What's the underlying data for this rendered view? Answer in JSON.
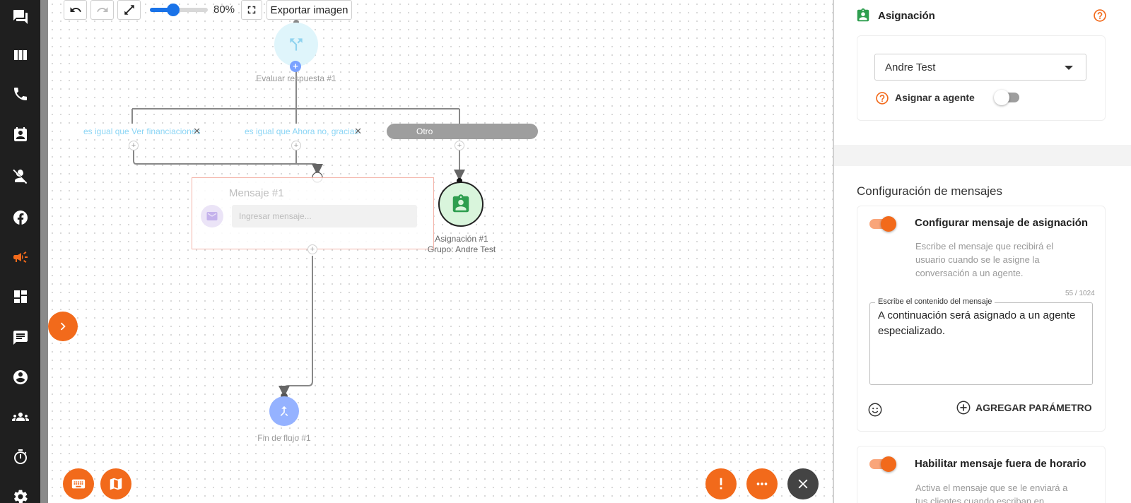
{
  "sidebar": {
    "items": [
      {
        "icon": "chat-icon"
      },
      {
        "icon": "columns-icon"
      },
      {
        "icon": "phone-icon"
      },
      {
        "icon": "contact-card-icon"
      },
      {
        "icon": "person-off-icon"
      },
      {
        "icon": "facebook-icon"
      },
      {
        "icon": "megaphone-icon",
        "active": true
      },
      {
        "icon": "dashboard-icon"
      },
      {
        "icon": "message-icon"
      },
      {
        "icon": "account-icon"
      },
      {
        "icon": "group-icon"
      },
      {
        "icon": "timer-icon"
      },
      {
        "icon": "settings-icon"
      }
    ]
  },
  "toolbar": {
    "zoom_label": "80%",
    "zoom_value": 0.8,
    "export_label": "Exportar imagen"
  },
  "flow": {
    "evaluate_label": "Evaluar respuesta #1",
    "conditions": [
      {
        "label": "es igual que Ver financiaciones"
      },
      {
        "label": "es igual que Ahora no, gracias"
      }
    ],
    "other_label": "Otro",
    "message_node": {
      "title": "Mensaje #1",
      "placeholder": "Ingresar mensaje..."
    },
    "assign_node": {
      "title": "Asignación #1",
      "group": "Grupo: Andre Test"
    },
    "end_label": "Fin de flujo #1"
  },
  "panel": {
    "title": "Asignación",
    "select_value": "Andre Test",
    "assign_agent_label": "Asignar a agente",
    "assign_agent_on": false,
    "section_title": "Configuración de mensajes",
    "assign_message": {
      "title": "Configurar mensaje de asignación",
      "on": true,
      "description": "Escribe el mensaje que recibirá el usuario cuando se le asigne la conversación a un agente.",
      "counter": "55 / 1024",
      "field_label": "Escribe el contenido del mensaje",
      "value": "A continuación será asignado a un agente especializado.",
      "add_param_label": "AGREGAR PARÁMETRO"
    },
    "off_hours": {
      "title": "Habilitar mensaje fuera de horario",
      "on": true,
      "description": "Activa el mensaje que se le enviará a tus clientes cuando escriban en"
    }
  },
  "colors": {
    "accent": "#f26a1b",
    "sidebar_bg": "#1f1f1f",
    "assign_green": "#2e9e4f"
  }
}
